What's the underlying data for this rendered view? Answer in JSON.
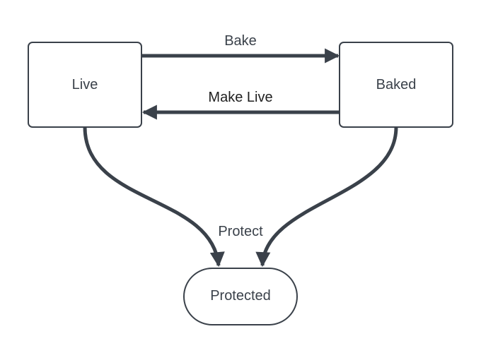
{
  "nodes": {
    "live": {
      "label": "Live"
    },
    "baked": {
      "label": "Baked"
    },
    "protected": {
      "label": "Protected"
    }
  },
  "edges": {
    "bake": {
      "label": "Bake"
    },
    "make_live": {
      "label": "Make Live"
    },
    "protect": {
      "label": "Protect"
    }
  },
  "colors": {
    "stroke": "#3a414a",
    "node_fill": "#ffffff",
    "text": "#3a414a"
  }
}
